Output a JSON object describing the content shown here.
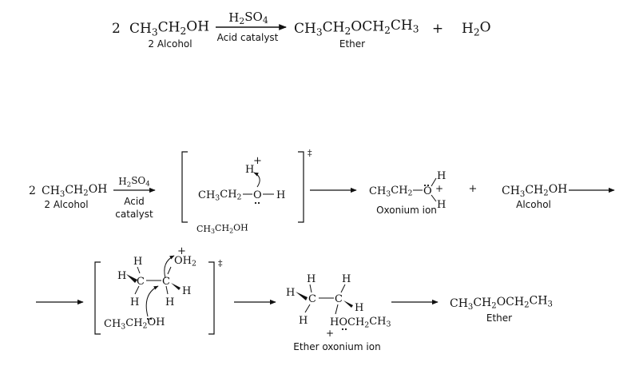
{
  "overall": {
    "coef": "2",
    "alcohol_formula": "CH3CH2OH",
    "alcohol_label": "2 Alcohol",
    "reagent": "H2SO4",
    "catalyst_label": "Acid catalyst",
    "ether_formula": "CH3CH2OCH2CH3",
    "ether_label": "Ether",
    "plus": "+",
    "water": "H2O"
  },
  "mechanism": {
    "step1": {
      "coef": "2",
      "alcohol_formula": "CH3CH2OH",
      "alcohol_label": "2 Alcohol",
      "reagent": "H2SO4",
      "catalyst_line1": "Acid",
      "catalyst_line2": "catalyst",
      "ts_h": "H",
      "ts_plus": "+",
      "ts_ethyl": "CH3CH2",
      "ts_o": "O",
      "ts_h_right": "H",
      "ts_alcohol": "CH3CH2OH",
      "dagger": "‡",
      "oxonium_ethyl": "CH3CH2",
      "oxonium_o": "O",
      "oxonium_plus": "+",
      "oxonium_h_top": "H",
      "oxonium_h_bottom": "H",
      "oxonium_label": "Oxonium ion",
      "plus": "+",
      "alcohol2_formula": "CH3CH2OH",
      "alcohol2_label": "Alcohol"
    },
    "step2": {
      "ts_h_top": "H",
      "ts_h_left": "H",
      "ts_c1": "C",
      "ts_h_bottom": "H",
      "ts_plus": "+",
      "ts_oh2": "OH2",
      "ts_c2": "C",
      "ts_h_c2_right": "H",
      "ts_h_c2_bottom": "H",
      "ts_nucleophile": "CH3CH2OH",
      "dagger": "‡",
      "prod_h_top_left": "H",
      "prod_h_left": "H",
      "prod_c1": "C",
      "prod_h_bottom_left": "H",
      "prod_h_top_right": "H",
      "prod_c2": "C",
      "prod_h_right": "H",
      "prod_oet": "HOCH2CH3",
      "prod_plus": "+",
      "prod_label": "Ether oxonium ion",
      "final_formula": "CH3CH2OCH2CH3",
      "final_label": "Ether"
    }
  }
}
